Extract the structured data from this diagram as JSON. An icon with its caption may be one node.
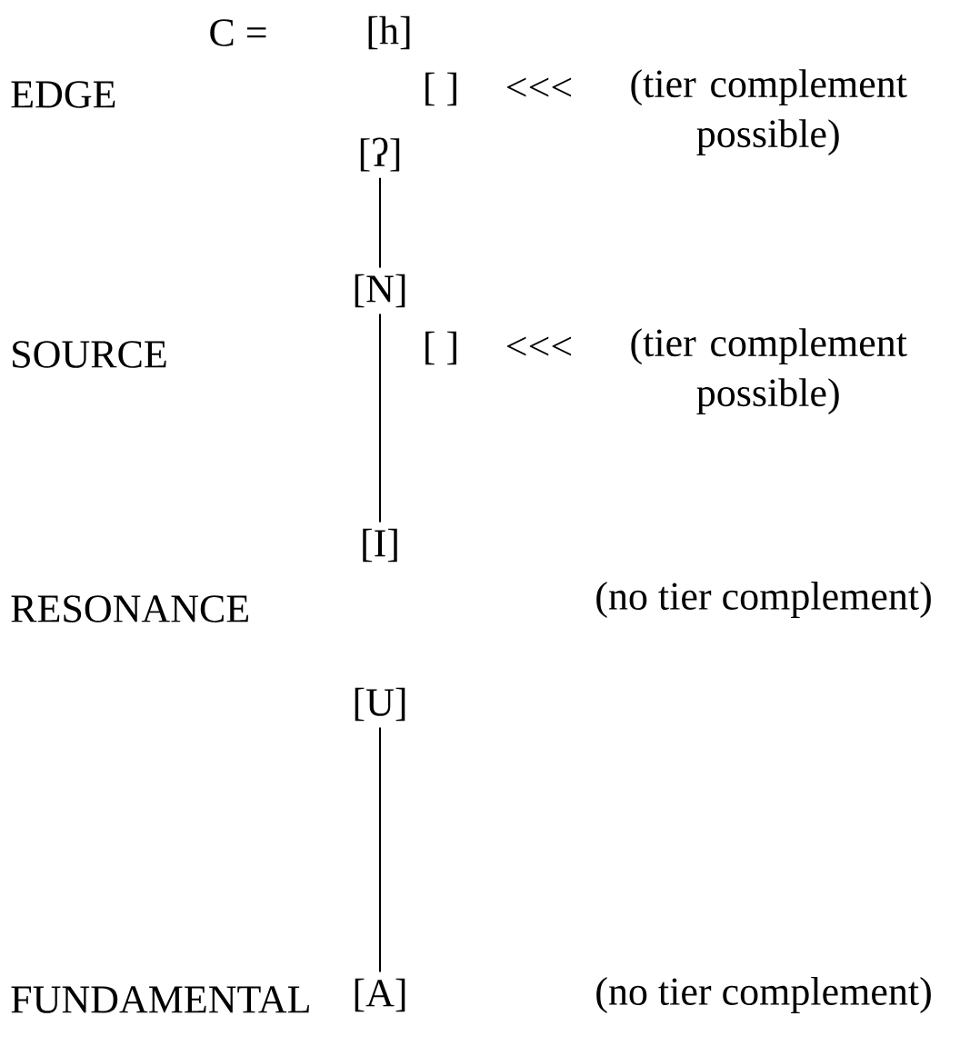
{
  "diagram": {
    "nodes": [
      {
        "text": [
          "[h]"
        ]
      },
      {
        "text": [
          "[ ]"
        ],
        "beside": [
          "<<<",
          "(tier complement possible)"
        ]
      },
      {
        "text": [
          "[ʔ]"
        ]
      },
      {
        "text": [
          "[N]"
        ]
      },
      {
        "text": [
          "[ ]"
        ],
        "beside": [
          "<<<",
          "(tier complement possible)"
        ]
      },
      {
        "text": [
          "[I]"
        ]
      },
      {
        "text": [
          "[U]"
        ]
      },
      {
        "text": [
          "[A]"
        ]
      }
    ],
    "edges": [
      {
        "from": 2,
        "to": 3,
        "arrow": "none"
      },
      {
        "from": 3,
        "to": 5,
        "arrow": "none"
      },
      {
        "from": 6,
        "to": 7,
        "arrow": "none"
      }
    ],
    "labels": [
      "C =",
      "EDGE",
      "SOURCE",
      "RESONANCE",
      "(no tier complement)",
      "FUNDAMENTAL",
      "(no tier complement)"
    ]
  }
}
